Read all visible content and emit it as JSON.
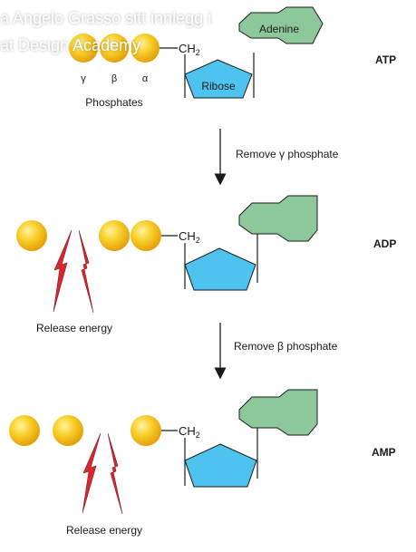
{
  "overlay": {
    "line1": "a Angelo Grasso sitt innlegg i",
    "line2": "at Design Academy"
  },
  "atp": {
    "label": "ATP",
    "gamma": "γ",
    "beta": "β",
    "alpha": "α",
    "phosphates": "Phosphates",
    "ch2": "CH",
    "ch2_sub": "2",
    "adenine": "Adenine",
    "ribose": "Ribose"
  },
  "step1": {
    "label": "Remove γ phosphate"
  },
  "adp": {
    "label": "ADP",
    "ch2": "CH",
    "ch2_sub": "2",
    "release": "Release energy"
  },
  "step2": {
    "label": "Remove β phosphate"
  },
  "amp": {
    "label": "AMP",
    "ch2": "CH",
    "ch2_sub": "2",
    "release": "Release energy"
  },
  "colors": {
    "phosphate": "#f5c21b",
    "ribose": "#4fc3ef",
    "adenine": "#8dc89a",
    "lightning": "#d7282f"
  }
}
